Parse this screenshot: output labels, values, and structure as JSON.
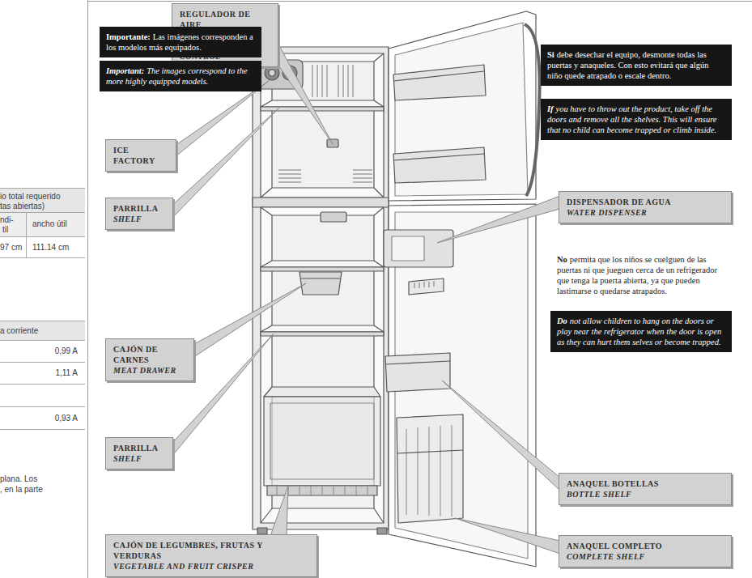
{
  "diagram": {
    "nodes": [
      {
        "text": [
          "Importante:",
          "Las imágenes corresponden a los modelos más equipados."
        ]
      },
      {
        "text": [
          "Important:",
          "The images correspond to the more highly equipped models."
        ]
      },
      {
        "text": [
          "REGULADOR DE AIRE",
          "FREEZER TEMPERATURE CONTROL"
        ]
      },
      {
        "text": [
          "ICE FACTORY"
        ]
      },
      {
        "text": [
          "PARRILLA",
          "SHELF"
        ]
      },
      {
        "text": [
          "CAJÓN DE CARNES",
          "MEAT DRAWER"
        ]
      },
      {
        "text": [
          "PARRILLA",
          "SHELF"
        ]
      },
      {
        "text": [
          "CAJÓN DE LEGUMBRES, FRUTAS Y VERDURAS",
          "VEGETABLE AND FRUIT CRISPER"
        ]
      },
      {
        "text": [
          "Si",
          "debe desechar el equipo, desmonte todas las puertas y anaqueles. Con esto evitará que algún niño quede atrapado o escale dentro."
        ]
      },
      {
        "text": [
          "If",
          "you have to throw out the product, take off the doors and remove all the shelves. This will ensure that no child can become trapped or climb inside."
        ]
      },
      {
        "text": [
          "DISPENSADOR DE AGUA",
          "WATER DISPENSER"
        ]
      },
      {
        "text": [
          "No",
          "permita que los niños se cuelguen de las puertas ni que jueguen cerca de un refrigerador que tenga la puerta abierta, ya que pueden lastimarse o quedarse atrapados."
        ]
      },
      {
        "text": [
          "Do",
          "not allow children to hang on the doors or play near the refrigerator when the door is open as they can hurt them selves or become trapped."
        ]
      },
      {
        "text": [
          "ANAQUEL BOTELLAS",
          "BOTTLE SHELF"
        ]
      },
      {
        "text": [
          "ANAQUEL COMPLETO",
          "COMPLETE SHELF"
        ]
      }
    ],
    "labels": [
      "io total requerido",
      "tas abiertas)",
      "ndi-",
      "til",
      "ancho útil",
      "97 cm",
      "111.14 cm",
      "a corriente",
      "0,99 A",
      "1,11 A",
      "0,93 A",
      "plana. Los",
      ", en la parte"
    ]
  }
}
